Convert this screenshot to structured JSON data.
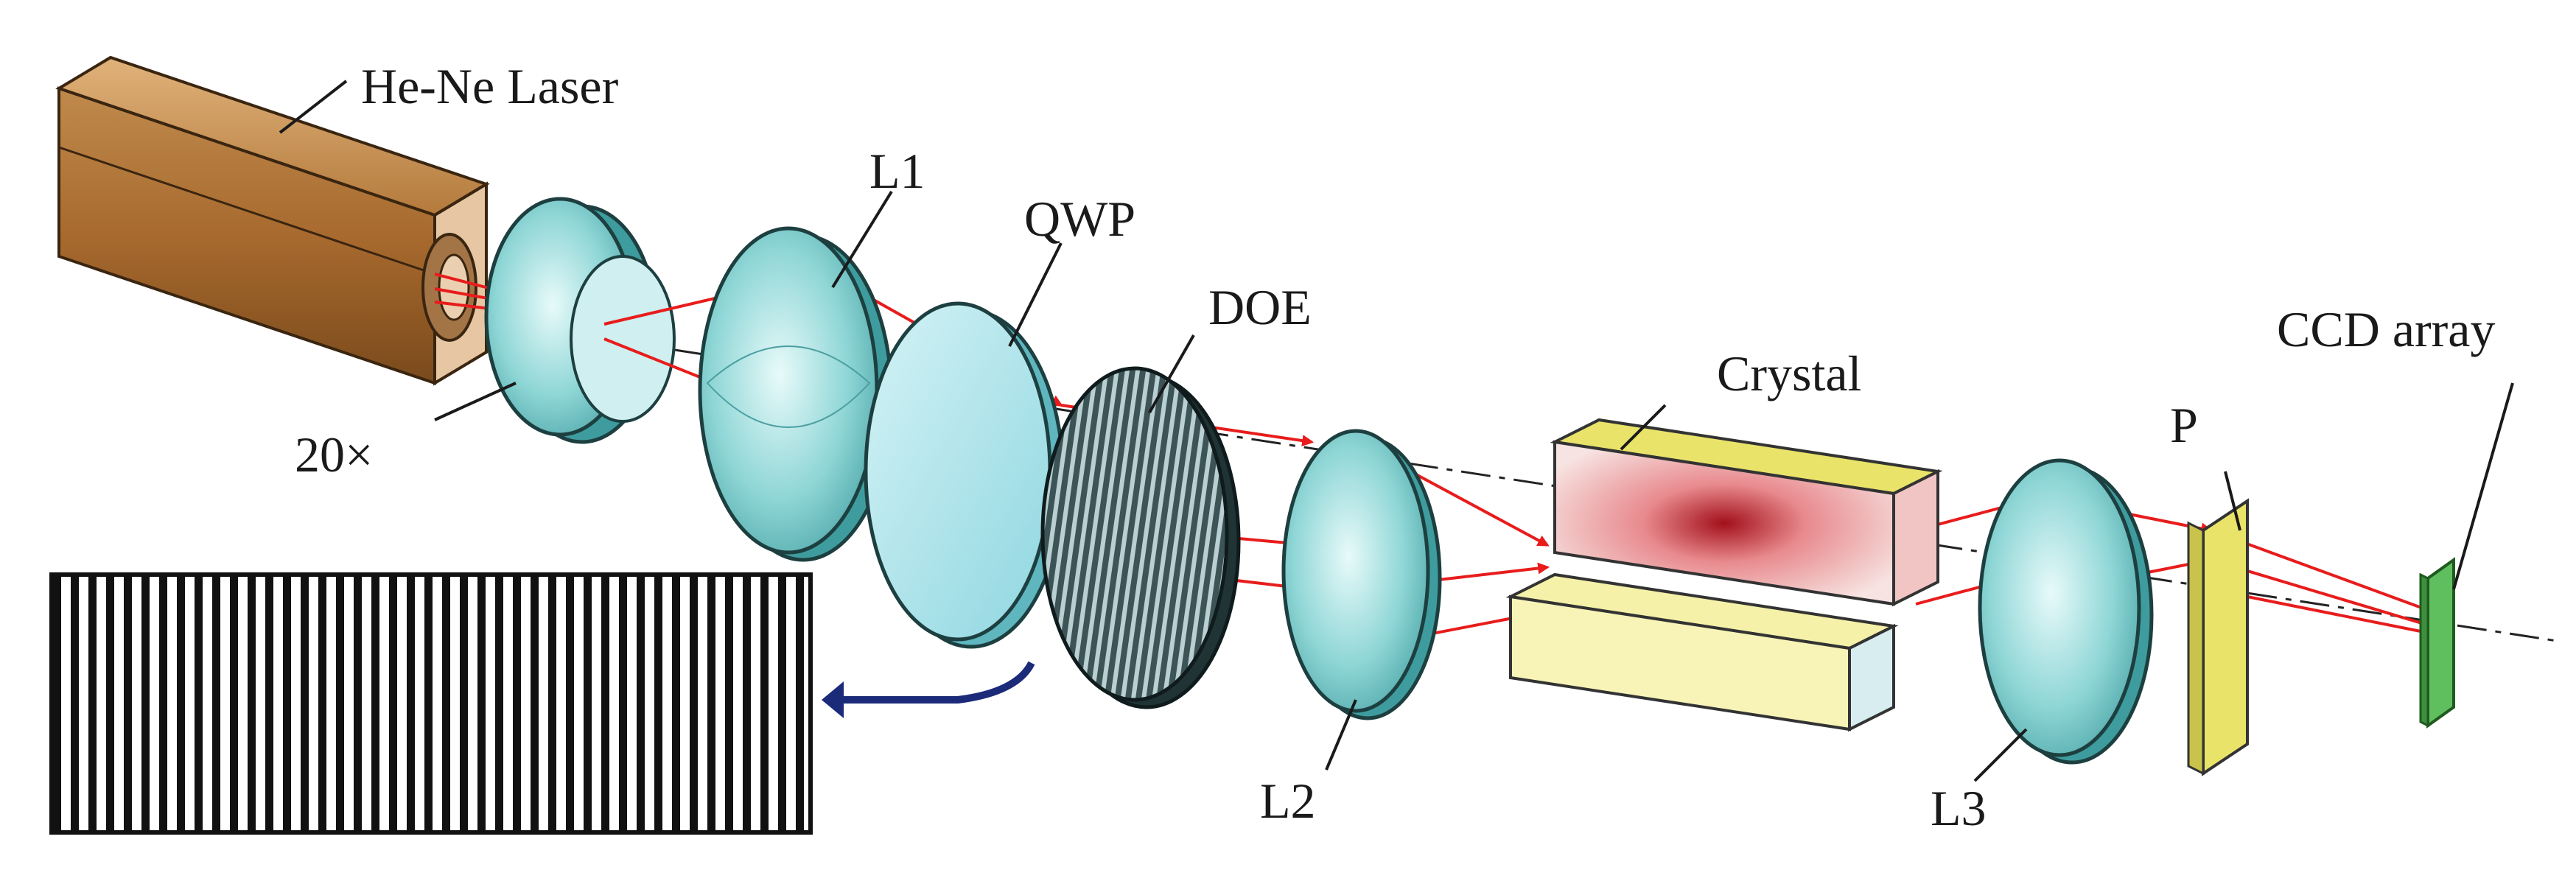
{
  "labels": {
    "laser": "He-Ne Laser",
    "objective": "20×",
    "l1": "L1",
    "qwp": "QWP",
    "doe": "DOE",
    "crystal": "Crystal",
    "l2": "L2",
    "l3": "L3",
    "polarizer": "P",
    "ccd": "CCD array"
  },
  "colors": {
    "beam": "#e81c1c",
    "lens_fill": "#7fd0d0",
    "laser_body": "#b27a3e",
    "crystal_fill": "#f5f1a8",
    "polarizer_fill": "#e9e36a",
    "ccd_fill": "#5fbf5f",
    "arrow": "#1c2a7a"
  },
  "icons": {
    "pattern_arrow": "arrow-left-icon"
  }
}
